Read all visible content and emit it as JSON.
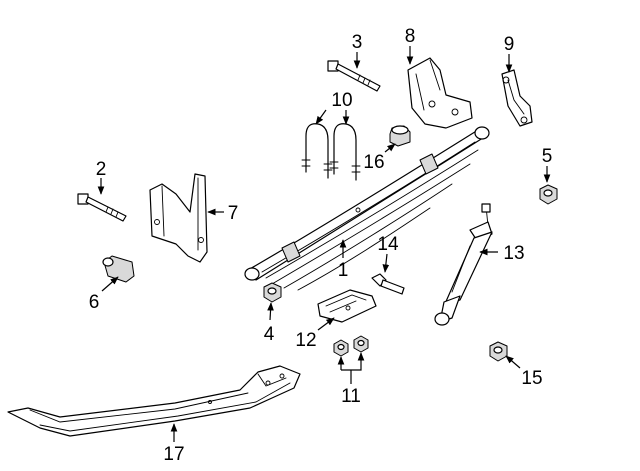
{
  "callouts": {
    "c1": "1",
    "c2": "2",
    "c3": "3",
    "c4": "4",
    "c5": "5",
    "c6": "6",
    "c7": "7",
    "c8": "8",
    "c9": "9",
    "c10": "10",
    "c11": "11",
    "c12": "12",
    "c13": "13",
    "c14": "14",
    "c15": "15",
    "c16": "16",
    "c17": "17"
  },
  "colors": {
    "line": "#000000",
    "fill": "#ffffff",
    "shade": "#d9d9d9"
  }
}
